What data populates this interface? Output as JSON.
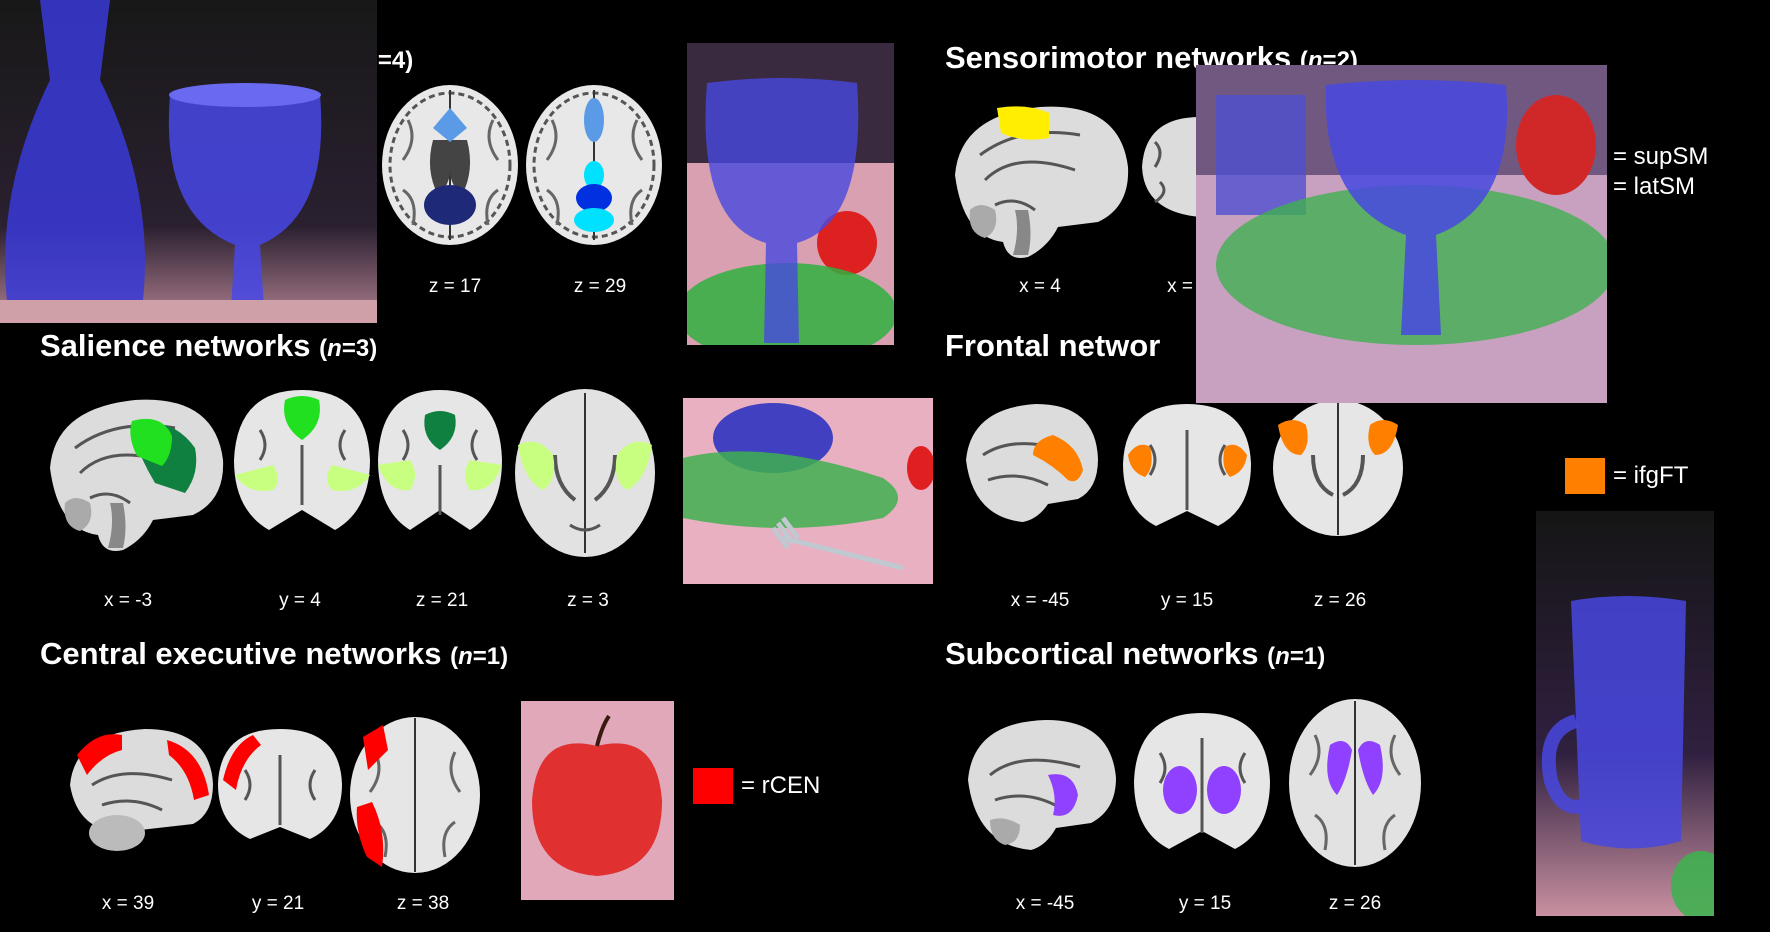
{
  "sections": [
    {
      "id": "default",
      "title": "rks",
      "n": "4",
      "coords": [
        "z = 17",
        "z = 29"
      ]
    },
    {
      "id": "salience",
      "title": "Salience networks",
      "n": "3",
      "coords": [
        "x = -3",
        "y = 4",
        "z = 21",
        "z = 3"
      ]
    },
    {
      "id": "cen",
      "title": "Central executive networks",
      "n": "1",
      "coords": [
        "x = 39",
        "y = 21",
        "z = 38"
      ],
      "legend": [
        {
          "label": "= rCEN",
          "color": "#ff0000"
        }
      ]
    },
    {
      "id": "sensorimotor",
      "title": "Sensorimotor networks",
      "n": "2",
      "coords": [
        "x = 4",
        "x ="
      ],
      "legend": [
        {
          "label": "= supSM"
        },
        {
          "label": "= latSM"
        }
      ]
    },
    {
      "id": "frontal",
      "title": "Frontal networ",
      "n": "",
      "coords": [
        "x = -45",
        "y = 15",
        "z = 26"
      ],
      "legend": [
        {
          "label": "= ifgFT",
          "color": "#ff8000"
        }
      ]
    },
    {
      "id": "subcortical",
      "title": "Subcortical networks",
      "n": "1",
      "coords": [
        "x = -45",
        "y = 15",
        "z = 26"
      ]
    }
  ],
  "n_prefix": "(",
  "n_var": "n",
  "n_eq": "=",
  "n_suffix": ")",
  "colors": {
    "dmn_light": "#5a9ae6",
    "dmn_dark": "#1e2a78",
    "dmn_cyan": "#00e0ff",
    "dmn_blue": "#0030e0",
    "sal_bright": "#20e020",
    "sal_dark": "#108040",
    "sal_lime": "#c8ff80",
    "cen": "#ff0000",
    "supSM": "#ffee00",
    "ifgFT": "#ff8000",
    "subcortical": "#9040ff"
  }
}
